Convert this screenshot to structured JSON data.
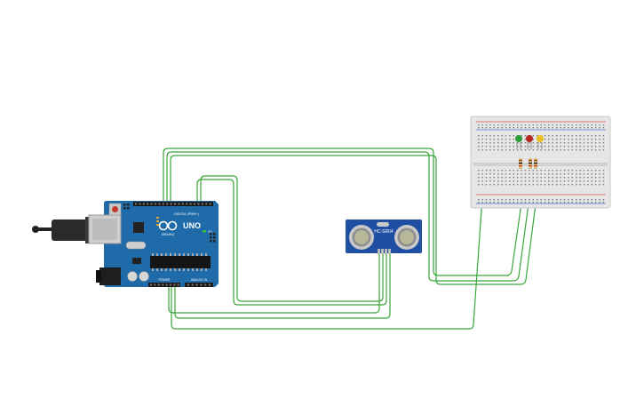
{
  "arduino": {
    "brand": "UNO",
    "maker": "ARDUINO",
    "digital_label": "DIGITAL (PWM~)",
    "power_label": "POWER",
    "analog_label": "ANALOG IN",
    "on_label": "ON",
    "tx_label": "TX",
    "rx_label": "RX",
    "l_label": "L",
    "board_color": "#1f6aa8",
    "usb_color": "#222222"
  },
  "sensor": {
    "model": "HC-SR04",
    "board_color": "#1e4fa3"
  },
  "breadboard": {
    "color": "#e6e6e6",
    "rail_red": "#d9534f",
    "rail_blue": "#4a6fd1"
  },
  "leds": [
    {
      "name": "green-led",
      "color": "#2e9e3a"
    },
    {
      "name": "red-led",
      "color": "#b3261e"
    },
    {
      "name": "yellow-led",
      "color": "#e8c21a"
    }
  ],
  "wire_color": "#3aa53a"
}
